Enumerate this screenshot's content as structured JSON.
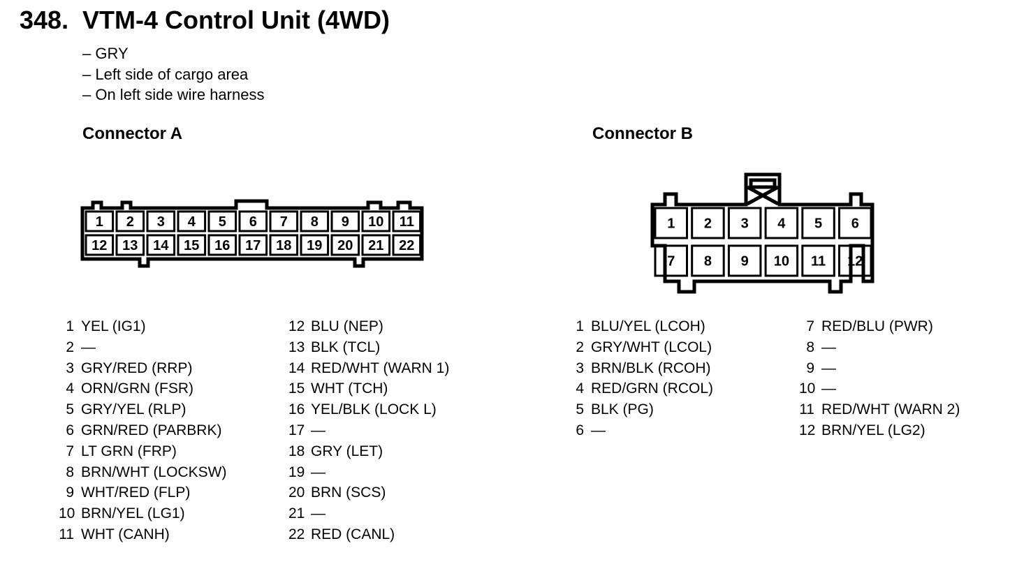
{
  "header": {
    "number": "348.",
    "title": "VTM-4 Control Unit (4WD)"
  },
  "info": [
    "– GRY",
    "– Left side of cargo area",
    "– On left side wire harness"
  ],
  "connector_a": {
    "title": "Connector A",
    "top_row": [
      "1",
      "2",
      "3",
      "4",
      "5",
      "6",
      "7",
      "8",
      "9",
      "10",
      "11"
    ],
    "bottom_row": [
      "12",
      "13",
      "14",
      "15",
      "16",
      "17",
      "18",
      "19",
      "20",
      "21",
      "22"
    ],
    "pins_col1": [
      {
        "num": "1",
        "desc": "YEL (IG1)"
      },
      {
        "num": "2",
        "desc": "—"
      },
      {
        "num": "3",
        "desc": "GRY/RED (RRP)"
      },
      {
        "num": "4",
        "desc": "ORN/GRN (FSR)"
      },
      {
        "num": "5",
        "desc": "GRY/YEL (RLP)"
      },
      {
        "num": "6",
        "desc": "GRN/RED (PARBRK)"
      },
      {
        "num": "7",
        "desc": "LT GRN (FRP)"
      },
      {
        "num": "8",
        "desc": "BRN/WHT (LOCKSW)"
      },
      {
        "num": "9",
        "desc": "WHT/RED (FLP)"
      },
      {
        "num": "10",
        "desc": "BRN/YEL (LG1)"
      },
      {
        "num": "11",
        "desc": "WHT (CANH)"
      }
    ],
    "pins_col2": [
      {
        "num": "12",
        "desc": "BLU (NEP)"
      },
      {
        "num": "13",
        "desc": "BLK (TCL)"
      },
      {
        "num": "14",
        "desc": "RED/WHT (WARN 1)"
      },
      {
        "num": "15",
        "desc": "WHT (TCH)"
      },
      {
        "num": "16",
        "desc": "YEL/BLK (LOCK L)"
      },
      {
        "num": "17",
        "desc": "—"
      },
      {
        "num": "18",
        "desc": "GRY (LET)"
      },
      {
        "num": "19",
        "desc": "—"
      },
      {
        "num": "20",
        "desc": "BRN (SCS)"
      },
      {
        "num": "21",
        "desc": "—"
      },
      {
        "num": "22",
        "desc": "RED (CANL)"
      }
    ]
  },
  "connector_b": {
    "title": "Connector B",
    "top_row": [
      "1",
      "2",
      "3",
      "4",
      "5",
      "6"
    ],
    "bottom_row": [
      "7",
      "8",
      "9",
      "10",
      "11",
      "12"
    ],
    "pins_col1": [
      {
        "num": "1",
        "desc": "BLU/YEL (LCOH)"
      },
      {
        "num": "2",
        "desc": "GRY/WHT (LCOL)"
      },
      {
        "num": "3",
        "desc": "BRN/BLK (RCOH)"
      },
      {
        "num": "4",
        "desc": "RED/GRN (RCOL)"
      },
      {
        "num": "5",
        "desc": "BLK (PG)"
      },
      {
        "num": "6",
        "desc": "—"
      }
    ],
    "pins_col2": [
      {
        "num": "7",
        "desc": "RED/BLU (PWR)"
      },
      {
        "num": "8",
        "desc": "—"
      },
      {
        "num": "9",
        "desc": "—"
      },
      {
        "num": "10",
        "desc": "—"
      },
      {
        "num": "11",
        "desc": "RED/WHT (WARN 2)"
      },
      {
        "num": "12",
        "desc": "BRN/YEL (LG2)"
      }
    ]
  }
}
